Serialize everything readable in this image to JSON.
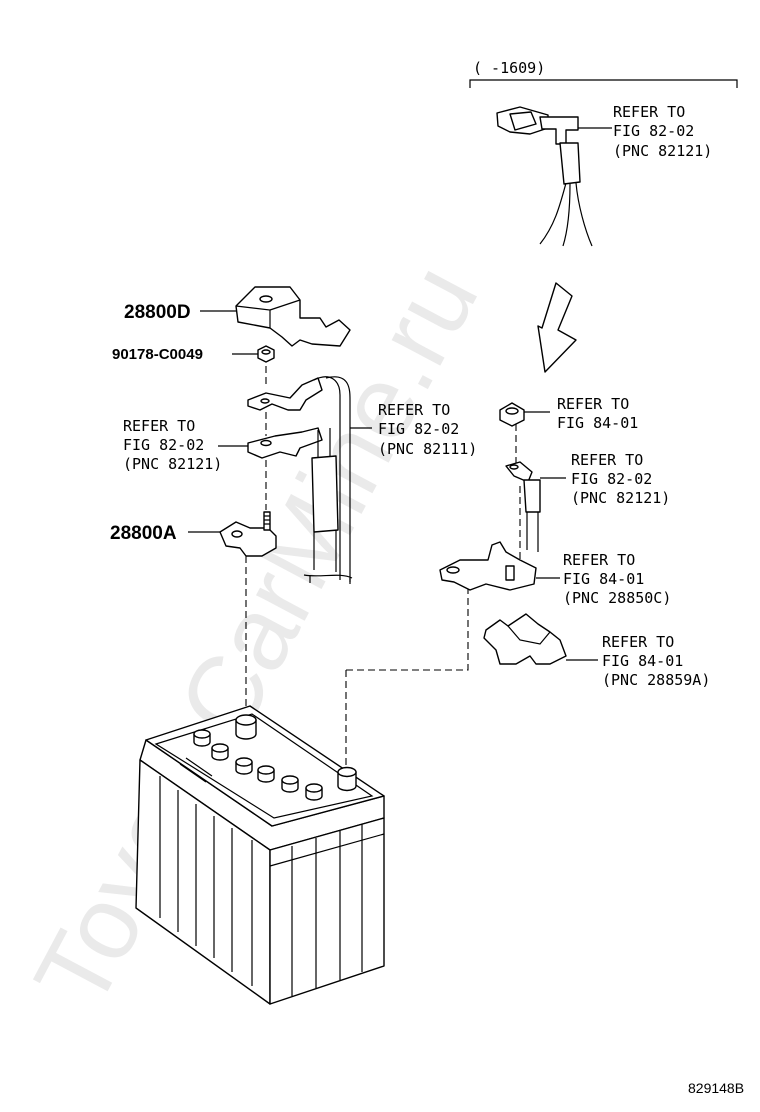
{
  "diagram": {
    "variant_range": "(      -1609)",
    "figure_code": "829148B",
    "watermark": "ToyotaCarMine.ru"
  },
  "part_numbers": {
    "cover": "28800D",
    "nut": "90178-C0049",
    "terminal": "28800A"
  },
  "callouts": {
    "top": [
      "REFER TO",
      "FIG 82-02",
      "(PNC 82121)"
    ],
    "left": [
      "REFER TO",
      "FIG 82-02",
      "(PNC 82121)"
    ],
    "middle": [
      "REFER TO",
      "FIG 82-02",
      "(PNC 82111)"
    ],
    "right_nut": [
      "REFER TO",
      "FIG 84-01"
    ],
    "right_cable": [
      "REFER TO",
      "FIG 82-02",
      "(PNC 82121)"
    ],
    "right_clamp": [
      "REFER TO",
      "FIG 84-01",
      "(PNC 28850C)"
    ],
    "right_cover": [
      "REFER TO",
      "FIG 84-01",
      "(PNC 28859A)"
    ]
  }
}
